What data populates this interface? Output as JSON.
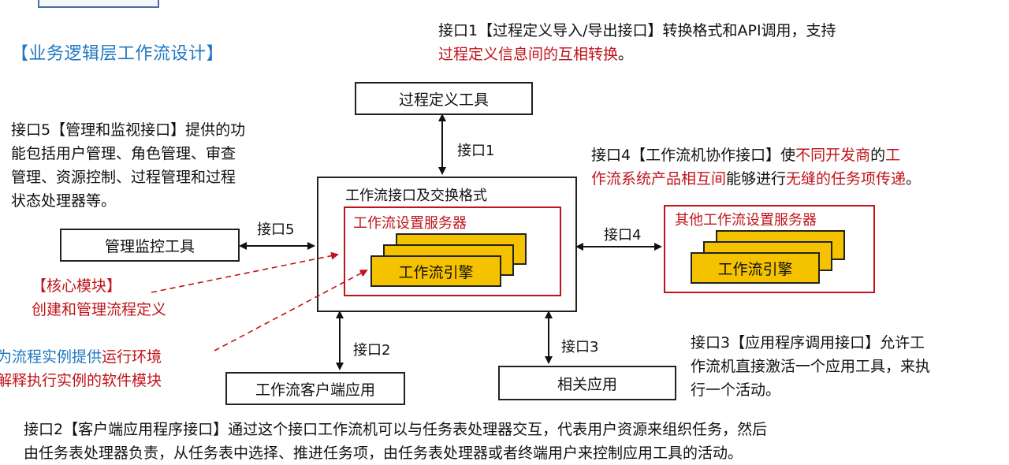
{
  "section_title": "【业务逻辑层工作流设计】",
  "notes": {
    "iface1_line1": "接口1【过程定义导入/导出接口】转换格式和API调用，支持",
    "iface1_line2_red": "过程定义信息间的互相转换",
    "iface1_line2_end": "。",
    "iface5_lines": [
      "接口5【管理和监视接口】提供的功",
      "能包括用户管理、角色管理、审查",
      "管理、资源控制、过程管理和过程",
      "状态处理器等。"
    ],
    "iface4_line1_a": "接口4【工作流机协作接口】使",
    "iface4_line1_red": "不同开发商",
    "iface4_line1_b": "的",
    "iface4_line1_red2": "工",
    "iface4_line2_red": "作流系统产品相互间",
    "iface4_line2_b": "能够进行",
    "iface4_line2_red2": "无缝的任务项传递",
    "iface4_line2_end": "。",
    "core_line1": "【核心模块】",
    "core_line2": "创建和管理流程定义",
    "runtime_line1_blue": "为流程实例提供",
    "runtime_line1_red": "运行环境",
    "runtime_line2": "解释执行实例的软件模块",
    "iface3_lines": [
      "接口3【应用程序调用接口】允许工",
      "作流机直接激活一个应用工具，来执",
      "行一个活动。"
    ],
    "iface2_lines": [
      "接口2【客户端应用程序接口】通过这个接口工作流机可以与任务表处理器交互，代表用户资源来组织任务，然后",
      "由任务表处理器负责，从任务表中选择、推进任务项，由任务表处理器或者终端用户来控制应用工具的活动。"
    ]
  },
  "boxes": {
    "process_def_tool": "过程定义工具",
    "mgmt_monitor_tool": "管理监控工具",
    "workflow_client_app": "工作流客户端应用",
    "related_app": "相关应用"
  },
  "core": {
    "frame_title": "工作流接口及交换格式",
    "server_title": "工作流设置服务器",
    "engine_label": "工作流引擎"
  },
  "other": {
    "server_title": "其他工作流设置服务器",
    "engine_label": "工作流引擎"
  },
  "interfaces": {
    "i1": "接口1",
    "i2": "接口2",
    "i3": "接口3",
    "i4": "接口4",
    "i5": "接口5"
  },
  "colors": {
    "accent_red": "#c0131a",
    "accent_blue": "#1f78c1",
    "engine_fill": "#f5c200"
  }
}
